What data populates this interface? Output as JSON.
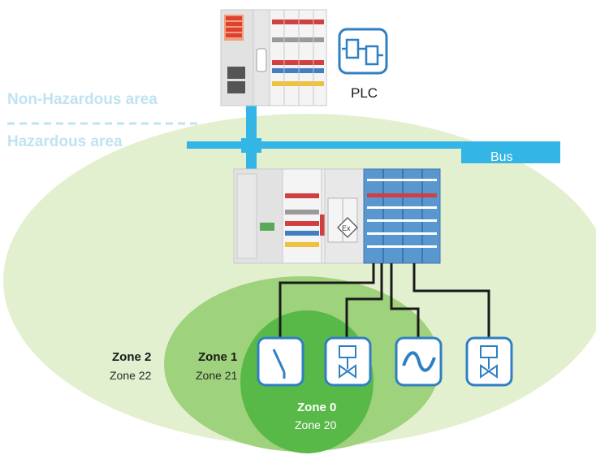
{
  "labels": {
    "non_hazardous": "Non-Hazardous area",
    "hazardous": "Hazardous area",
    "plc": "PLC",
    "bus": "Bus"
  },
  "zones": {
    "zone2_bold": "Zone 2",
    "zone2_sub": "Zone 22",
    "zone1_bold": "Zone 1",
    "zone1_sub": "Zone 21",
    "zone0_bold": "Zone 0",
    "zone0_sub": "Zone 20"
  },
  "colors": {
    "bus_line": "#33b5e5",
    "zone2_fill": "#e3f0cf",
    "zone1_fill": "#9fd27c",
    "zone0_fill": "#58b948",
    "device_border": "#2f7fc3",
    "device_fill": "#ffffff",
    "module_blue": "#5b97cf",
    "area_label": "#bfe3f2"
  },
  "icons": [
    "plc-icon",
    "ex-symbol-icon",
    "switch-icon",
    "valve-icon",
    "signal-wave-icon"
  ]
}
